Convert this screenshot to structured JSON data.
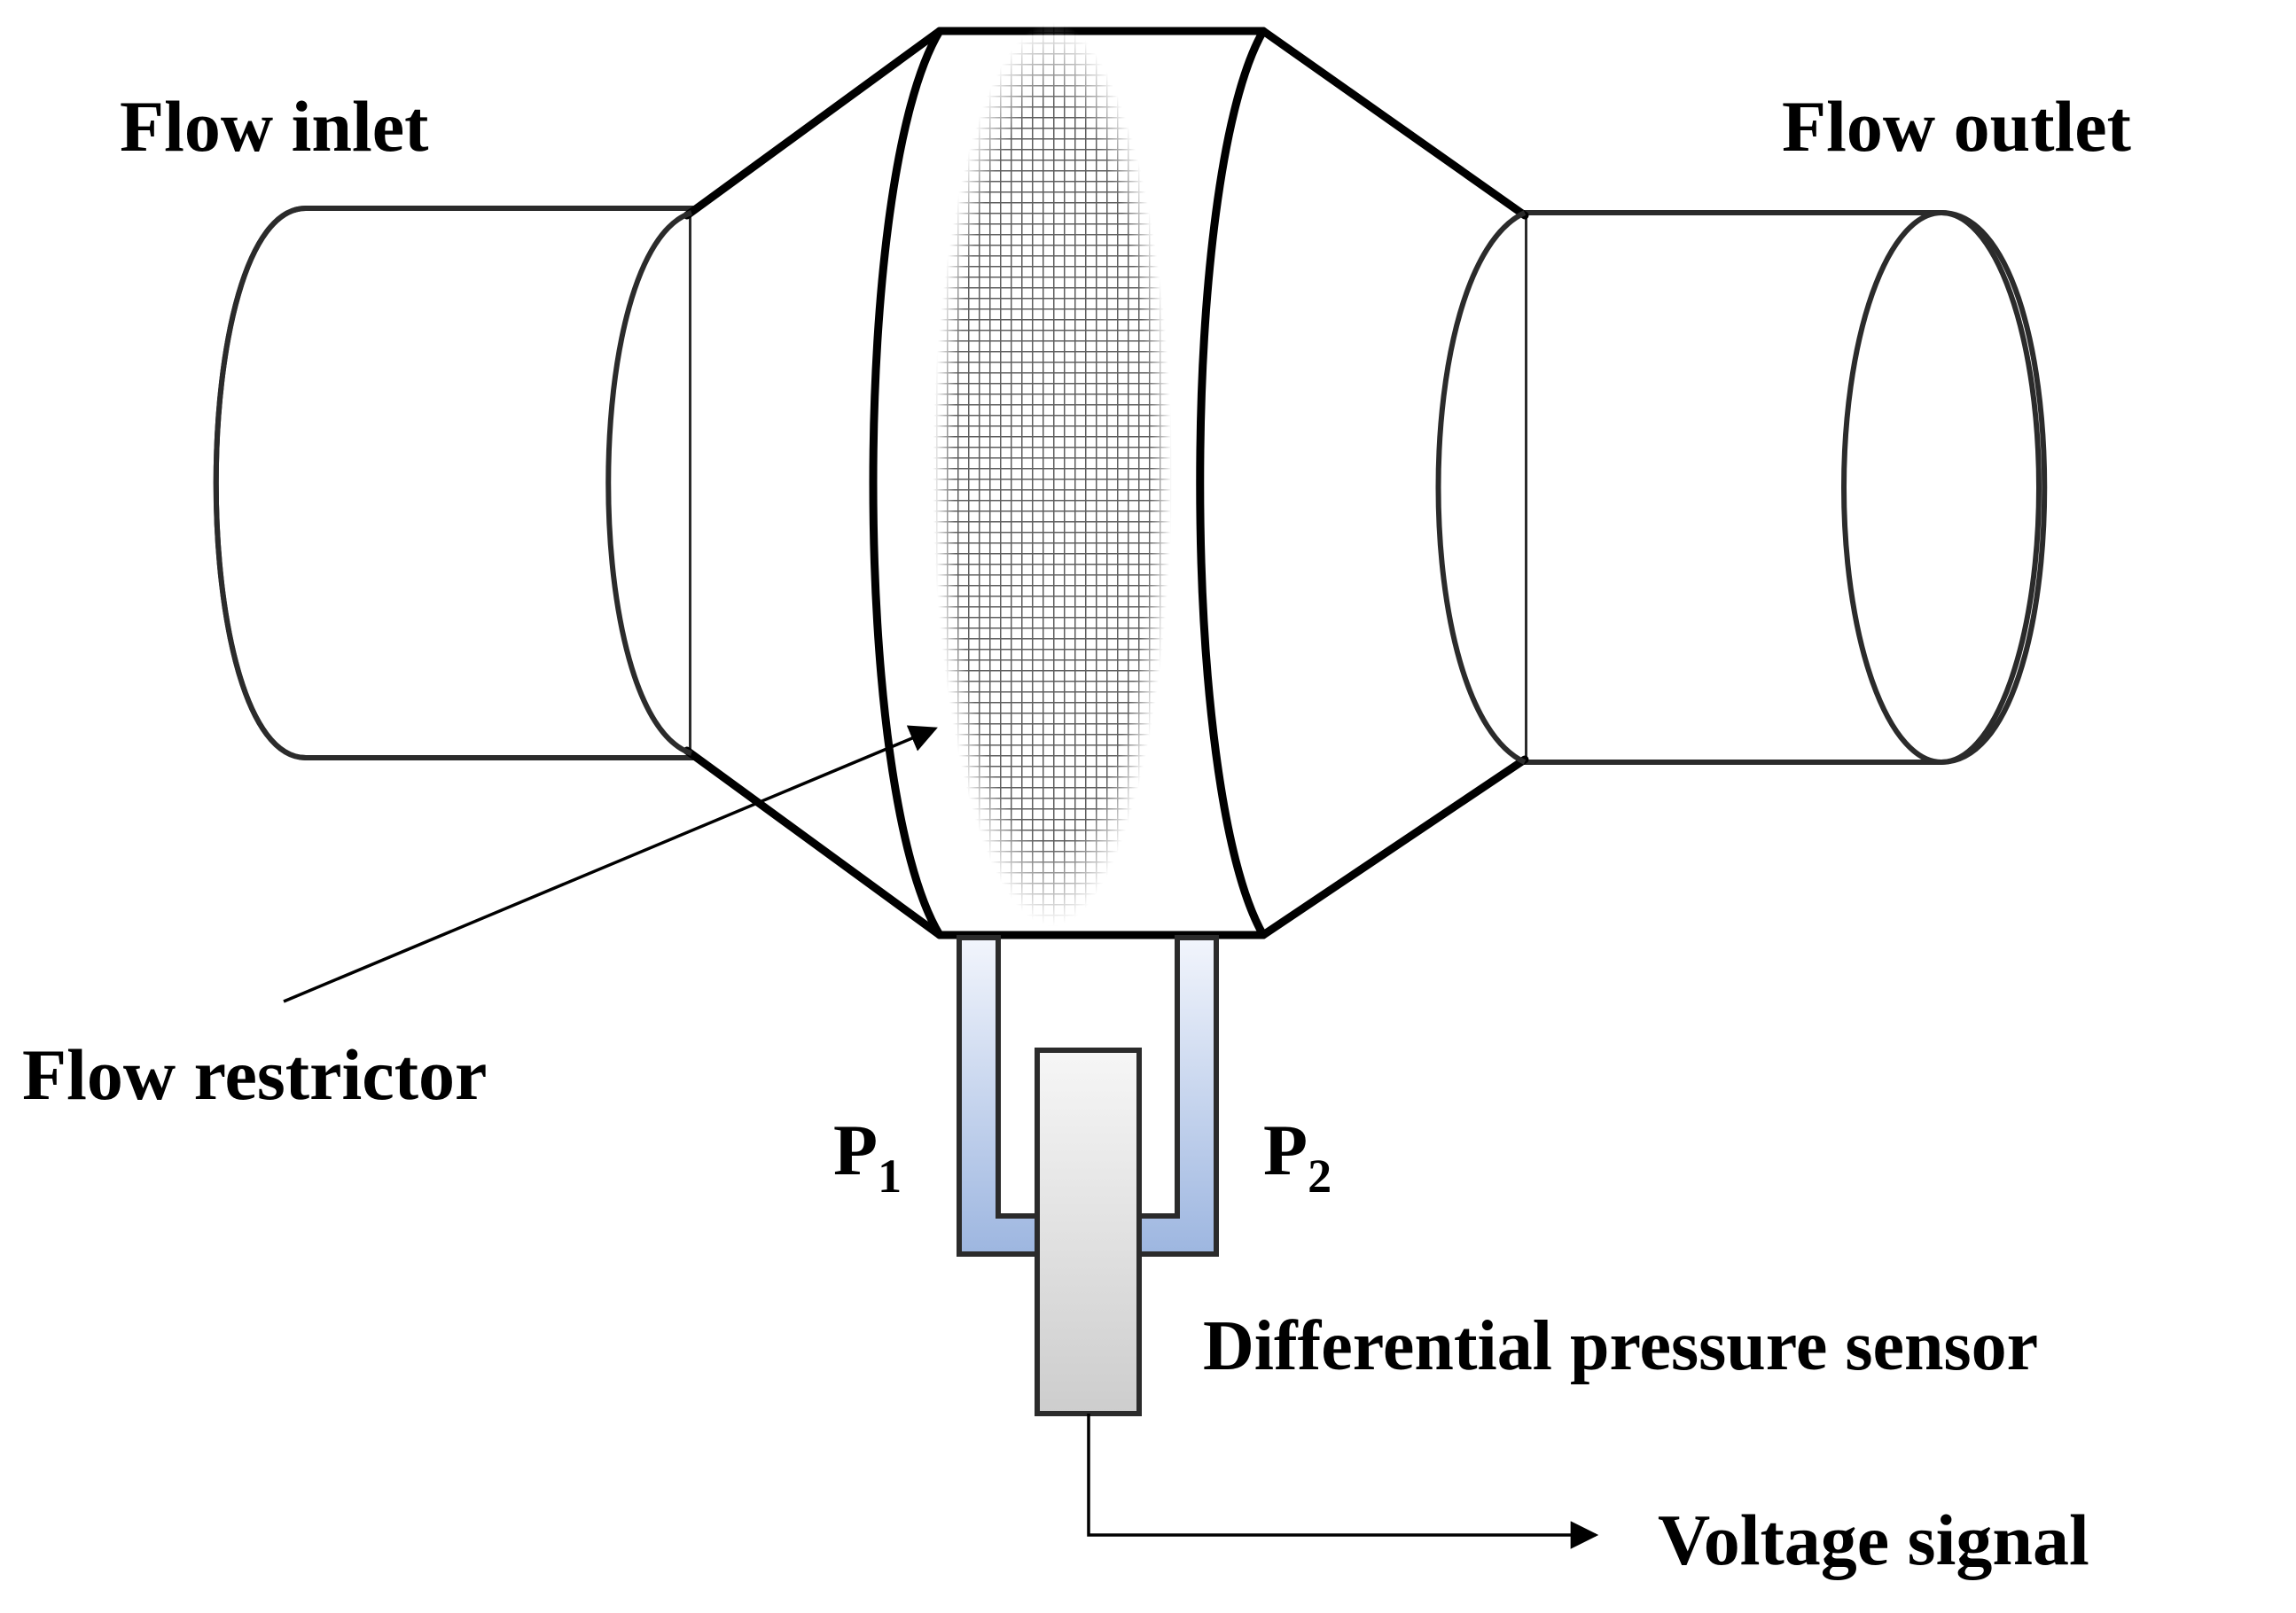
{
  "labels": {
    "flow_inlet": "Flow inlet",
    "flow_outlet": "Flow outlet",
    "flow_restrictor": "Flow restrictor",
    "p1_base": "P",
    "p1_sub": "1",
    "p2_base": "P",
    "p2_sub": "2",
    "differential_pressure_sensor": "Differential pressure sensor",
    "voltage_signal": "Voltage signal"
  },
  "colors": {
    "outline": "#2b2b2b",
    "mesh": "#6e6e6e",
    "tube_fill_light": "#eef2fb",
    "tube_fill_dark": "#9db6e0",
    "sensor_fill_light": "#f4f4f4",
    "sensor_fill_dark": "#cfcfcf",
    "background": "#ffffff"
  }
}
